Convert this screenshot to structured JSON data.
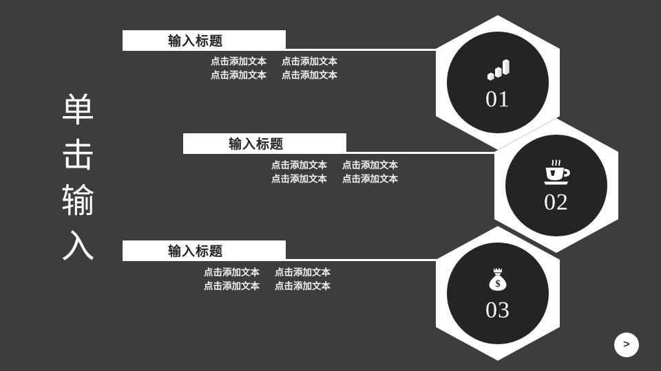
{
  "background_color": "#3d3d3d",
  "accent_color": "#ffffff",
  "node_fill_color": "#242424",
  "side_title": {
    "full_text": "单击输入",
    "chars": [
      "单",
      "击",
      "输",
      "入"
    ]
  },
  "blocks": [
    {
      "title": "输入标题",
      "body": [
        "点击添加文本",
        "点击添加文本",
        "点击添加文本",
        "点击添加文本"
      ]
    },
    {
      "title": "输入标题",
      "body": [
        "点击添加文本",
        "点击添加文本",
        "点击添加文本",
        "点击添加文本"
      ]
    },
    {
      "title": "输入标题",
      "body": [
        "点击添加文本",
        "点击添加文本",
        "点击添加文本",
        "点击添加文本"
      ]
    }
  ],
  "nodes": [
    {
      "number": "01",
      "icon": "bar-chart-3d-icon"
    },
    {
      "number": "02",
      "icon": "coffee-cup-icon"
    },
    {
      "number": "03",
      "icon": "money-bag-icon"
    }
  ],
  "next_button": {
    "label": ">",
    "icon": "chevron-right-icon"
  }
}
